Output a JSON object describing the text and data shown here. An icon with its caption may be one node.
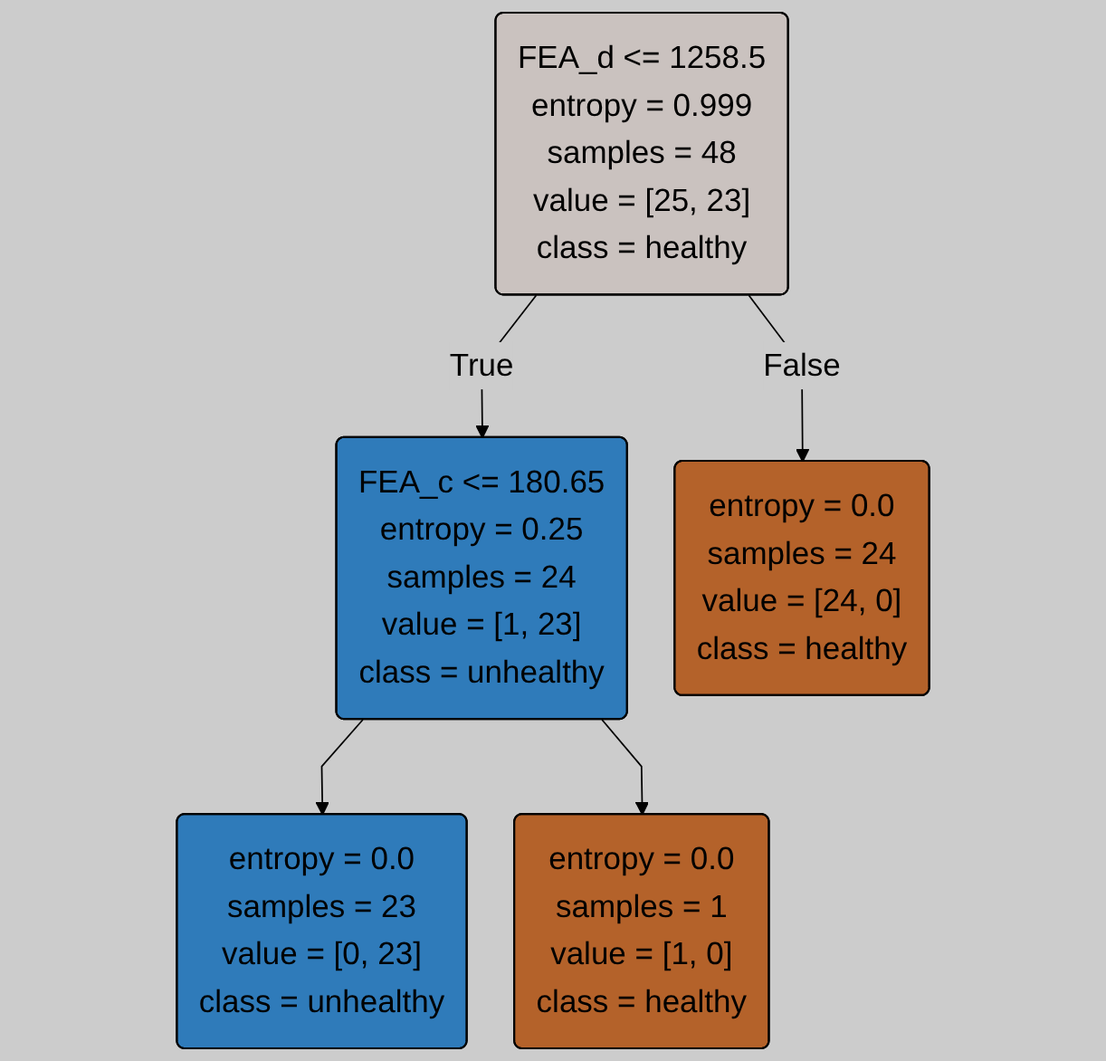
{
  "diagram": {
    "nodes": [
      {
        "text": [
          "FEA_d <= 1258.5",
          "entropy = 0.999",
          "samples = 48",
          "value = [25, 23]",
          "class = healthy"
        ]
      },
      {
        "text": [
          "FEA_c <= 180.65",
          "entropy = 0.25",
          "samples = 24",
          "value = [1, 23]",
          "class = unhealthy"
        ]
      },
      {
        "text": [
          "entropy = 0.0",
          "samples = 24",
          "value = [24, 0]",
          "class = healthy"
        ]
      },
      {
        "text": [
          "entropy = 0.0",
          "samples = 23",
          "value = [0, 23]",
          "class = unhealthy"
        ]
      },
      {
        "text": [
          "entropy = 0.0",
          "samples = 1",
          "value = [1, 0]",
          "class = healthy"
        ]
      }
    ],
    "edges": [
      {
        "from": 0,
        "to": 1,
        "arrow": "to",
        "label": "True"
      },
      {
        "from": 0,
        "to": 2,
        "arrow": "to",
        "label": "False"
      },
      {
        "from": 1,
        "to": 3,
        "arrow": "to"
      },
      {
        "from": 1,
        "to": 4,
        "arrow": "to"
      }
    ]
  }
}
